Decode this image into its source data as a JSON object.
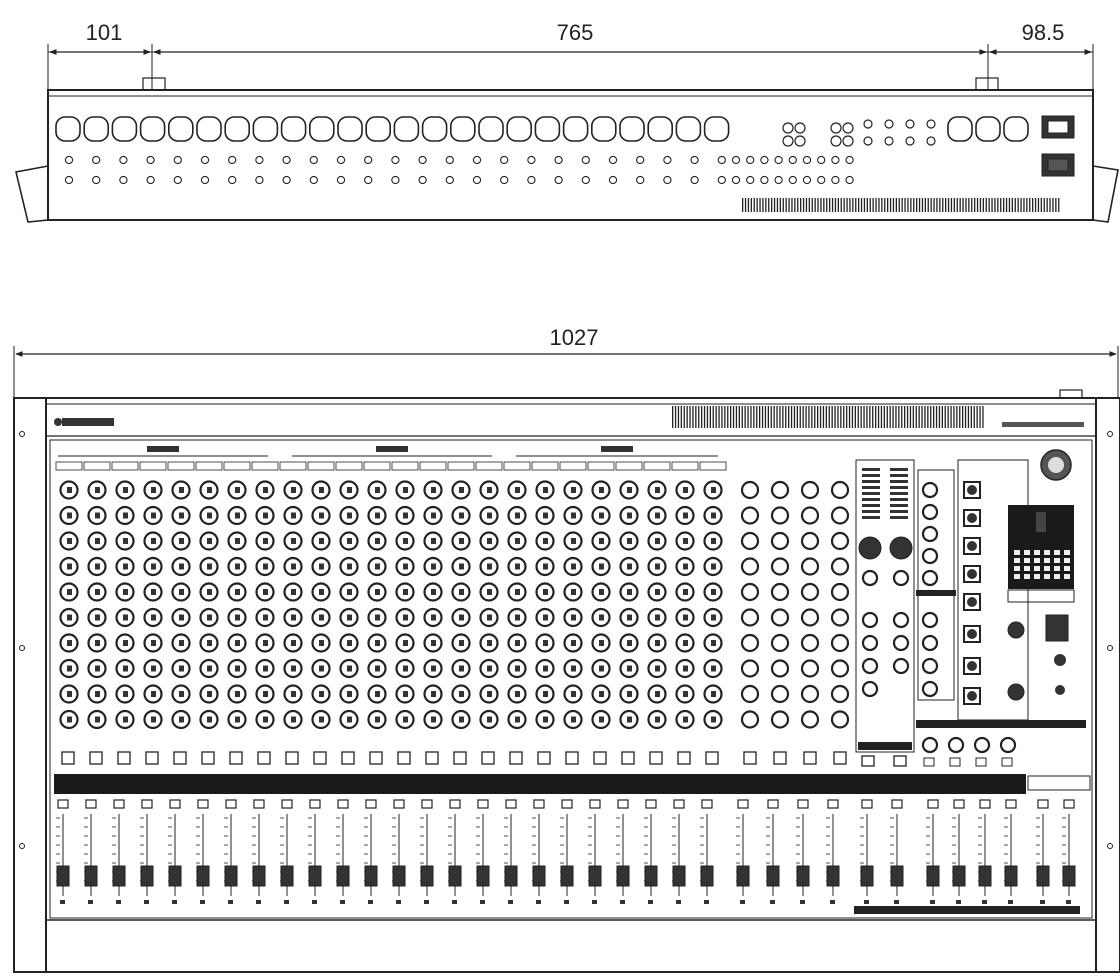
{
  "dimensions": {
    "top_left": "101",
    "top_middle": "765",
    "top_right": "98.5",
    "overall_width": "1027"
  },
  "mixer": {
    "mono_channels": 24,
    "stereo_channels": 4,
    "group_faders": 4,
    "stereo_out_faders": 2
  },
  "colors": {
    "line": "#222222",
    "strip": "#1a1a1a",
    "cap": "#333333"
  }
}
